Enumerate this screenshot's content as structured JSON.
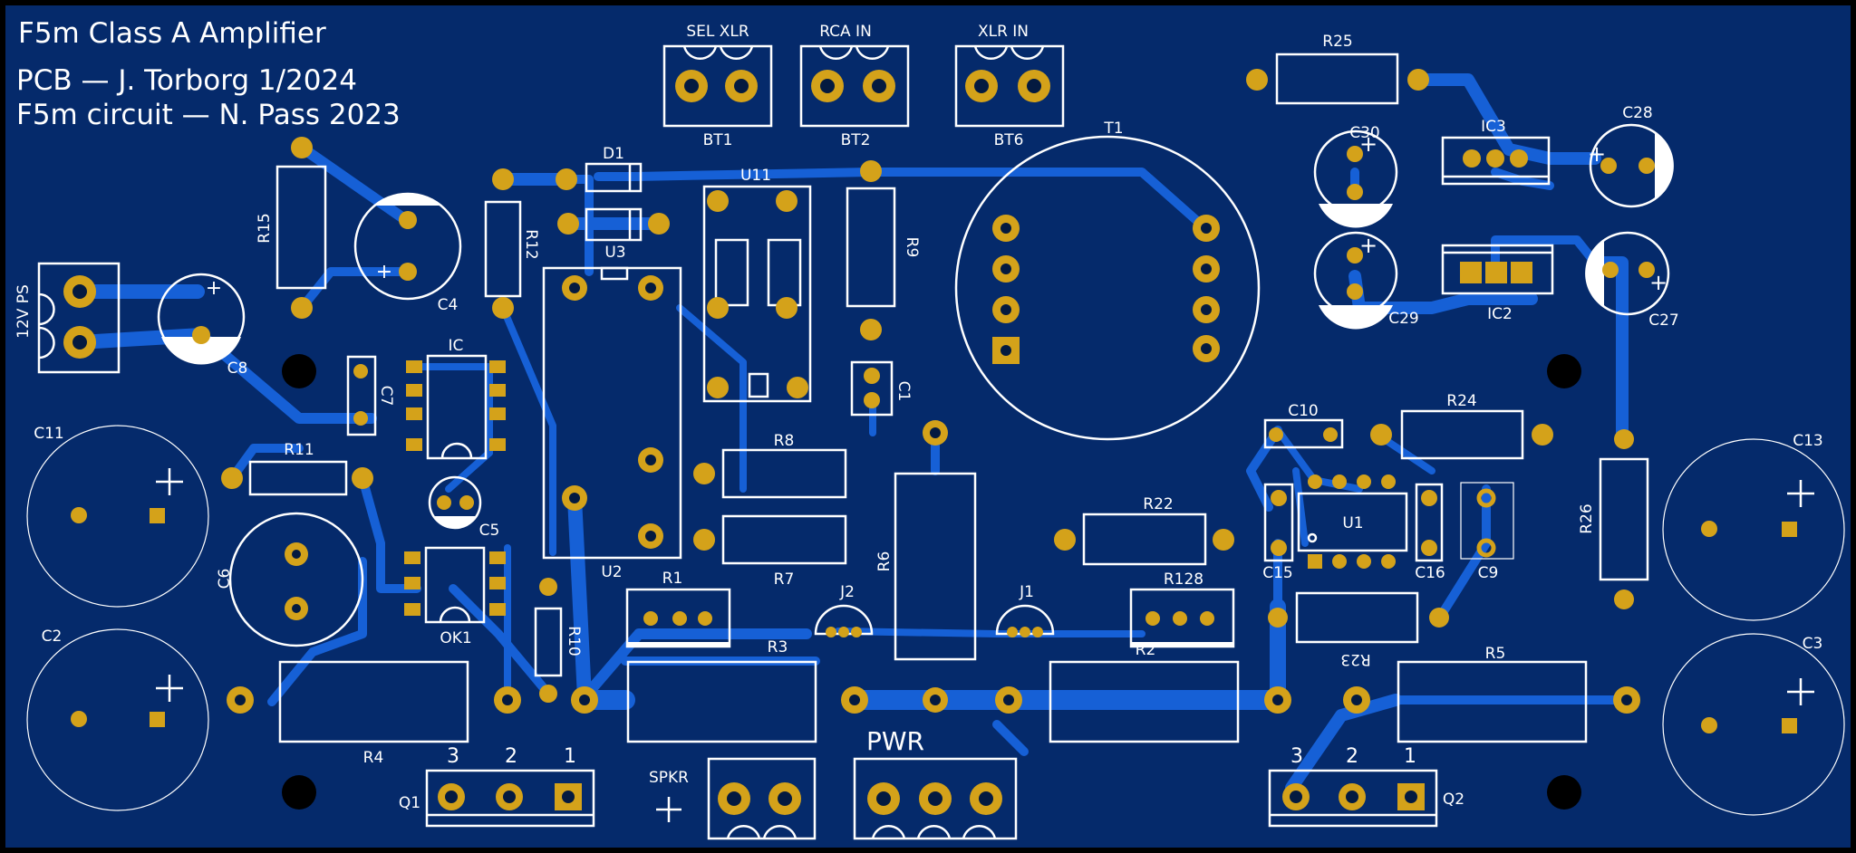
{
  "header": {
    "title": "F5m Class A Amplifier",
    "pcb_credit": "PCB — J. Torborg 1/2024",
    "circuit_credit": "F5m circuit — N. Pass 2023"
  },
  "colors": {
    "board": "#052a6b",
    "trace": "#1660d6",
    "silk": "#ffffff",
    "pad": "#d4a21a",
    "hole": "#041a40",
    "edge": "#000000"
  },
  "labels": {
    "sel_xlr": "SEL XLR",
    "rca_in": "RCA IN",
    "xlr_in": "XLR IN",
    "bt1": "BT1",
    "bt2": "BT2",
    "bt6": "BT6",
    "t1": "T1",
    "d1": "D1",
    "u3": "U3",
    "u11": "U11",
    "r9": "R9",
    "r15": "R15",
    "r12": "R12",
    "c4": "C4",
    "ps12v": "12V PS",
    "c8": "C8",
    "ic": "IC",
    "c7": "C7",
    "c1": "C1",
    "r25": "R25",
    "c30": "C30",
    "ic3": "IC3",
    "c28": "C28",
    "c29": "C29",
    "ic2": "IC2",
    "c27": "C27",
    "c11": "C11",
    "r11": "R11",
    "c5": "C5",
    "u2": "U2",
    "r8": "R8",
    "r7": "R7",
    "c6": "C6",
    "ok1": "OK1",
    "r10": "R10",
    "r1": "R1",
    "j2": "J2",
    "r6": "R6",
    "j1": "J1",
    "r128": "R128",
    "c10": "C10",
    "r24": "R24",
    "c13": "C13",
    "u1": "U1",
    "r22": "R22",
    "c15": "C15",
    "c16": "C16",
    "c9": "C9",
    "r26": "R26",
    "r23": "R23",
    "c2": "C2",
    "r4": "R4",
    "r3": "R3",
    "r2": "R2",
    "r5": "R5",
    "c3": "C3",
    "q1": "Q1",
    "q2": "Q2",
    "spkr": "SPKR",
    "pwr": "PWR",
    "pin3": "3",
    "pin2": "2",
    "pin1": "1",
    "plus": "+"
  }
}
